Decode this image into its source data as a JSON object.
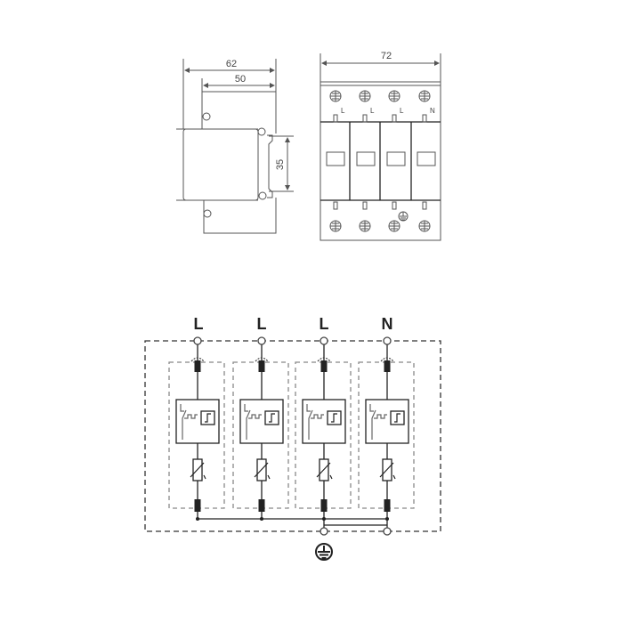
{
  "side_view": {
    "dim_overall": "62",
    "dim_body": "50",
    "dim_rail": "35"
  },
  "front_view": {
    "dim_width": "72",
    "terminal_labels": [
      "L",
      "L",
      "L",
      "N"
    ]
  },
  "circuit": {
    "pole_labels": [
      "L",
      "L",
      "L",
      "N"
    ],
    "ground_symbol": "earth-icon"
  }
}
